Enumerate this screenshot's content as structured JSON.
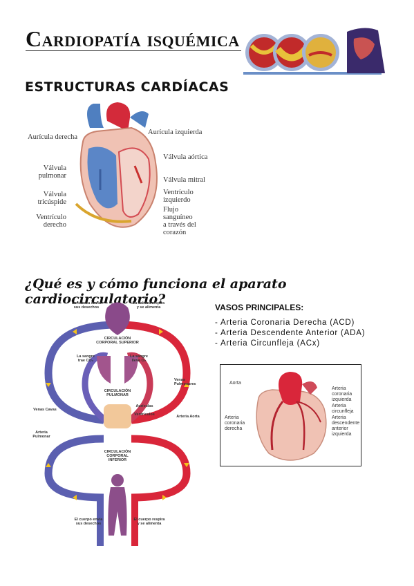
{
  "page": {
    "title": "Cardiopatía isquémica",
    "section1": "ESTRUCTURAS CARDÍACAS",
    "section2": "¿Qué es y cómo funciona el aparato cardiocirculatorio?"
  },
  "heart_labels": {
    "auricula_derecha": "Aurícula derecha",
    "auricula_izquierda": "Aurícula izquierda",
    "valvula_aortica": "Válvula aórtica",
    "valvula_pulmonar_1": "Válvula",
    "valvula_pulmonar_2": "pulmonar",
    "valvula_mitral": "Válvula mitral",
    "valvula_tricuspide_1": "Válvula",
    "valvula_tricuspide_2": "tricúspide",
    "ventriculo_izq_1": "Ventrículo",
    "ventriculo_izq_2": "izquierdo",
    "ventriculo_der_1": "Ventrículo",
    "ventriculo_der_2": "derecho",
    "flujo_1": "Flujo",
    "flujo_2": "sanguíneo",
    "flujo_3": "a través del",
    "flujo_4": "corazón"
  },
  "circ_labels": {
    "cabeza_envia_1": "La cabeza envía",
    "cabeza_envia_2": "sus desechos",
    "cabeza_respira_1": "La cabeza respira",
    "cabeza_respira_2": "y se alimenta",
    "corporal_superior_1": "CIRCULACIÓN",
    "corporal_superior_2": "CORPORAL SUPERIOR",
    "sangre_trae_1": "La sangre",
    "sangre_trae_2": "trae CO₂",
    "sangre_lleva_1": "La sangre",
    "sangre_lleva_2": "lleva O₂",
    "pulmonar_1": "CIRCULACIÓN",
    "pulmonar_2": "PULMONAR",
    "venas_pulmonares_1": "Venas",
    "venas_pulmonares_2": "Pulmonares",
    "venas_cavas": "Venas Cavas",
    "auriculas": "Aurículas",
    "ventriculos": "Ventrículos",
    "arteria_aorta": "Arteria Aorta",
    "arteria_pulmonar_1": "Arteria",
    "arteria_pulmonar_2": "Pulmonar",
    "corporal_inferior_1": "CIRCULACIÓN",
    "corporal_inferior_2": "CORPORAL",
    "corporal_inferior_3": "INFERIOR",
    "cuerpo_envia_1": "El cuerpo envía",
    "cuerpo_envia_2": "sus desechos",
    "cuerpo_respira_1": "El cuerpo respira",
    "cuerpo_respira_2": "y se alimenta"
  },
  "vasos": {
    "title": "VASOS PRINCIPALES:",
    "items": [
      "Arteria Coronaria Derecha (ACD)",
      "Arteria Descendente Anterior (ADA)",
      "Arteria Circunfleja (ACx)"
    ]
  },
  "coronary_labels": {
    "aorta": "Aorta",
    "acd_1": "Arteria",
    "acd_2": "coronaria",
    "acd_3": "derecha",
    "aci_1": "Arteria",
    "aci_2": "coronaria",
    "aci_3": "izquierda",
    "acx_1": "Arteria",
    "acx_2": "circunfleja",
    "ada_1": "Arteria",
    "ada_2": "descendente",
    "ada_3": "anterior",
    "ada_4": "izquierda"
  },
  "colors": {
    "oxygenated": "#d9263a",
    "deoxygenated": "#5b5fb0",
    "arrow": "#f4c21b",
    "heart_wall": "#f0c2b4"
  }
}
